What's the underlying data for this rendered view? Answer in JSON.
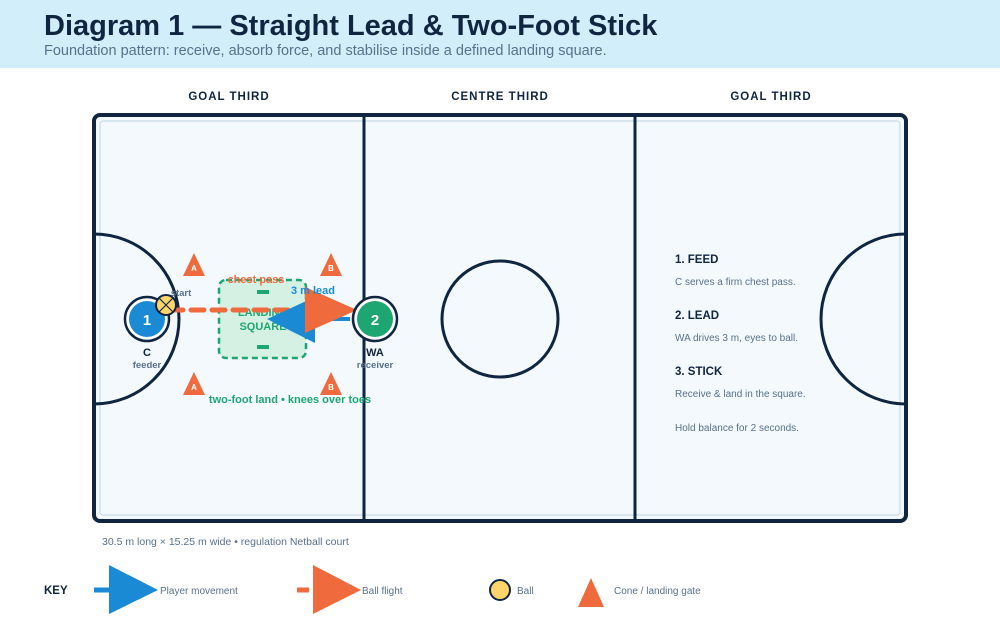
{
  "header": {
    "title": "Diagram 1 — Straight Lead & Two-Foot Stick",
    "subtitle": "Foundation pattern: receive, absorb force, and stabilise inside a defined landing square."
  },
  "court": {
    "thirds": [
      "GOAL THIRD",
      "CENTRE THIRD",
      "GOAL THIRD"
    ],
    "caption": "30.5 m long × 15.25 m wide • regulation Netball court"
  },
  "players": {
    "feeder": {
      "number": "1",
      "position": "C",
      "role": "feeder",
      "color": "#1a8ad4"
    },
    "receiver": {
      "number": "2",
      "position": "WA",
      "role": "receiver",
      "color": "#1ea672"
    }
  },
  "annotations": {
    "start": "start",
    "chest_pass": "chest pass",
    "lead": "3 m lead",
    "landing_square_line1": "LANDING",
    "landing_square_line2": "SQUARE",
    "landing_note": "two-foot land • knees over toes"
  },
  "cones": {
    "top_left": "A",
    "top_right": "B",
    "bottom_left": "A",
    "bottom_right": "B"
  },
  "steps": [
    {
      "heading": "1. FEED",
      "text": "C serves a firm chest pass."
    },
    {
      "heading": "2. LEAD",
      "text": "WA drives 3 m, eyes to ball."
    },
    {
      "heading": "3. STICK",
      "text": "Receive & land in the square."
    },
    {
      "heading": "",
      "text": "Hold balance for 2 seconds."
    }
  ],
  "key": {
    "title": "KEY",
    "player_movement": "Player movement",
    "ball_flight": "Ball flight",
    "ball": "Ball",
    "cone": "Cone / landing gate"
  },
  "colors": {
    "court_line": "#0f2540",
    "court_fill": "#f4f9fd",
    "movement": "#1a8ad4",
    "ball_flight": "#ef6a3c",
    "ball": "#ffd56b",
    "cone": "#ef6a3c",
    "landing_square": "#1ea672"
  }
}
